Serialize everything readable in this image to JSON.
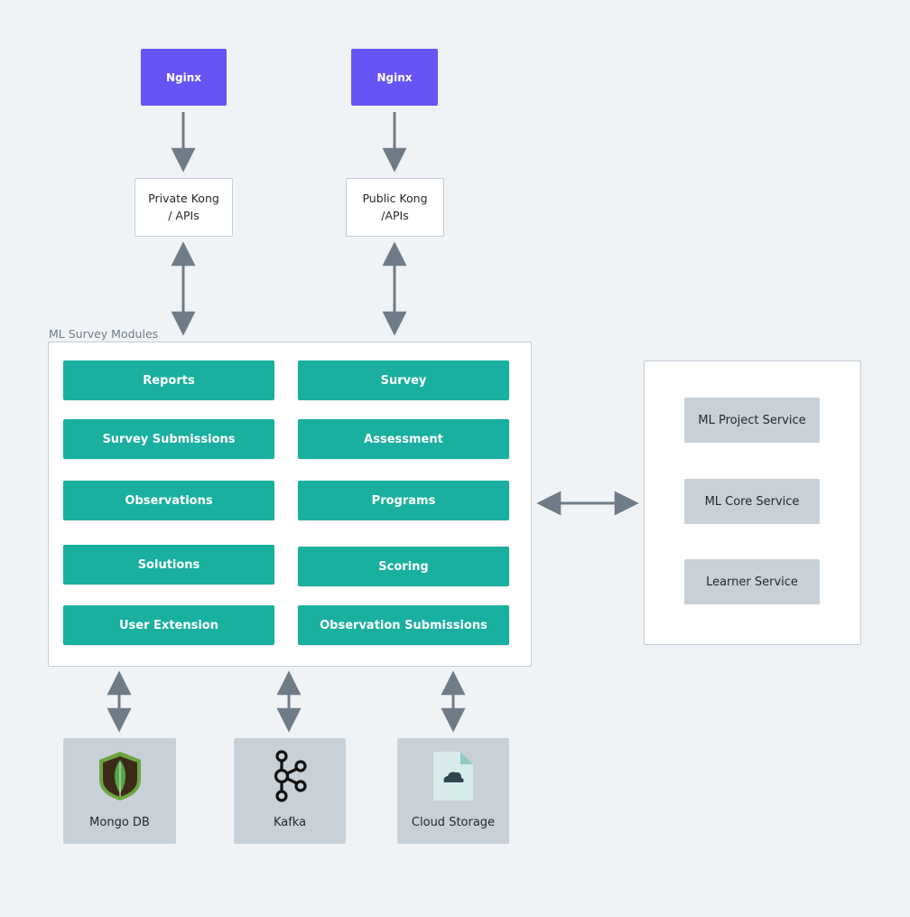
{
  "gateways": {
    "nginx_left": "Nginx",
    "nginx_right": "Nginx",
    "private_kong": "Private Kong\n/ APIs",
    "public_kong": "Public Kong\n/APIs"
  },
  "modules_group": {
    "label": "ML Survey Modules",
    "left": [
      "Reports",
      "Survey Submissions",
      "Observations",
      "Solutions",
      "User Extension"
    ],
    "right": [
      "Survey",
      "Assessment",
      "Programs",
      "Scoring",
      "Observation Submissions"
    ]
  },
  "services": [
    "ML Project Service",
    "ML Core Service",
    "Learner Service"
  ],
  "storage": [
    {
      "label": "Mongo DB",
      "icon": "mongodb-leaf-icon"
    },
    {
      "label": "Kafka",
      "icon": "kafka-icon"
    },
    {
      "label": "Cloud Storage",
      "icon": "cloud-file-icon"
    }
  ],
  "colors": {
    "nginx": "#6754f5",
    "module": "#1ab09f",
    "service": "#c8d0d8",
    "arrow": "#6f7c88"
  }
}
